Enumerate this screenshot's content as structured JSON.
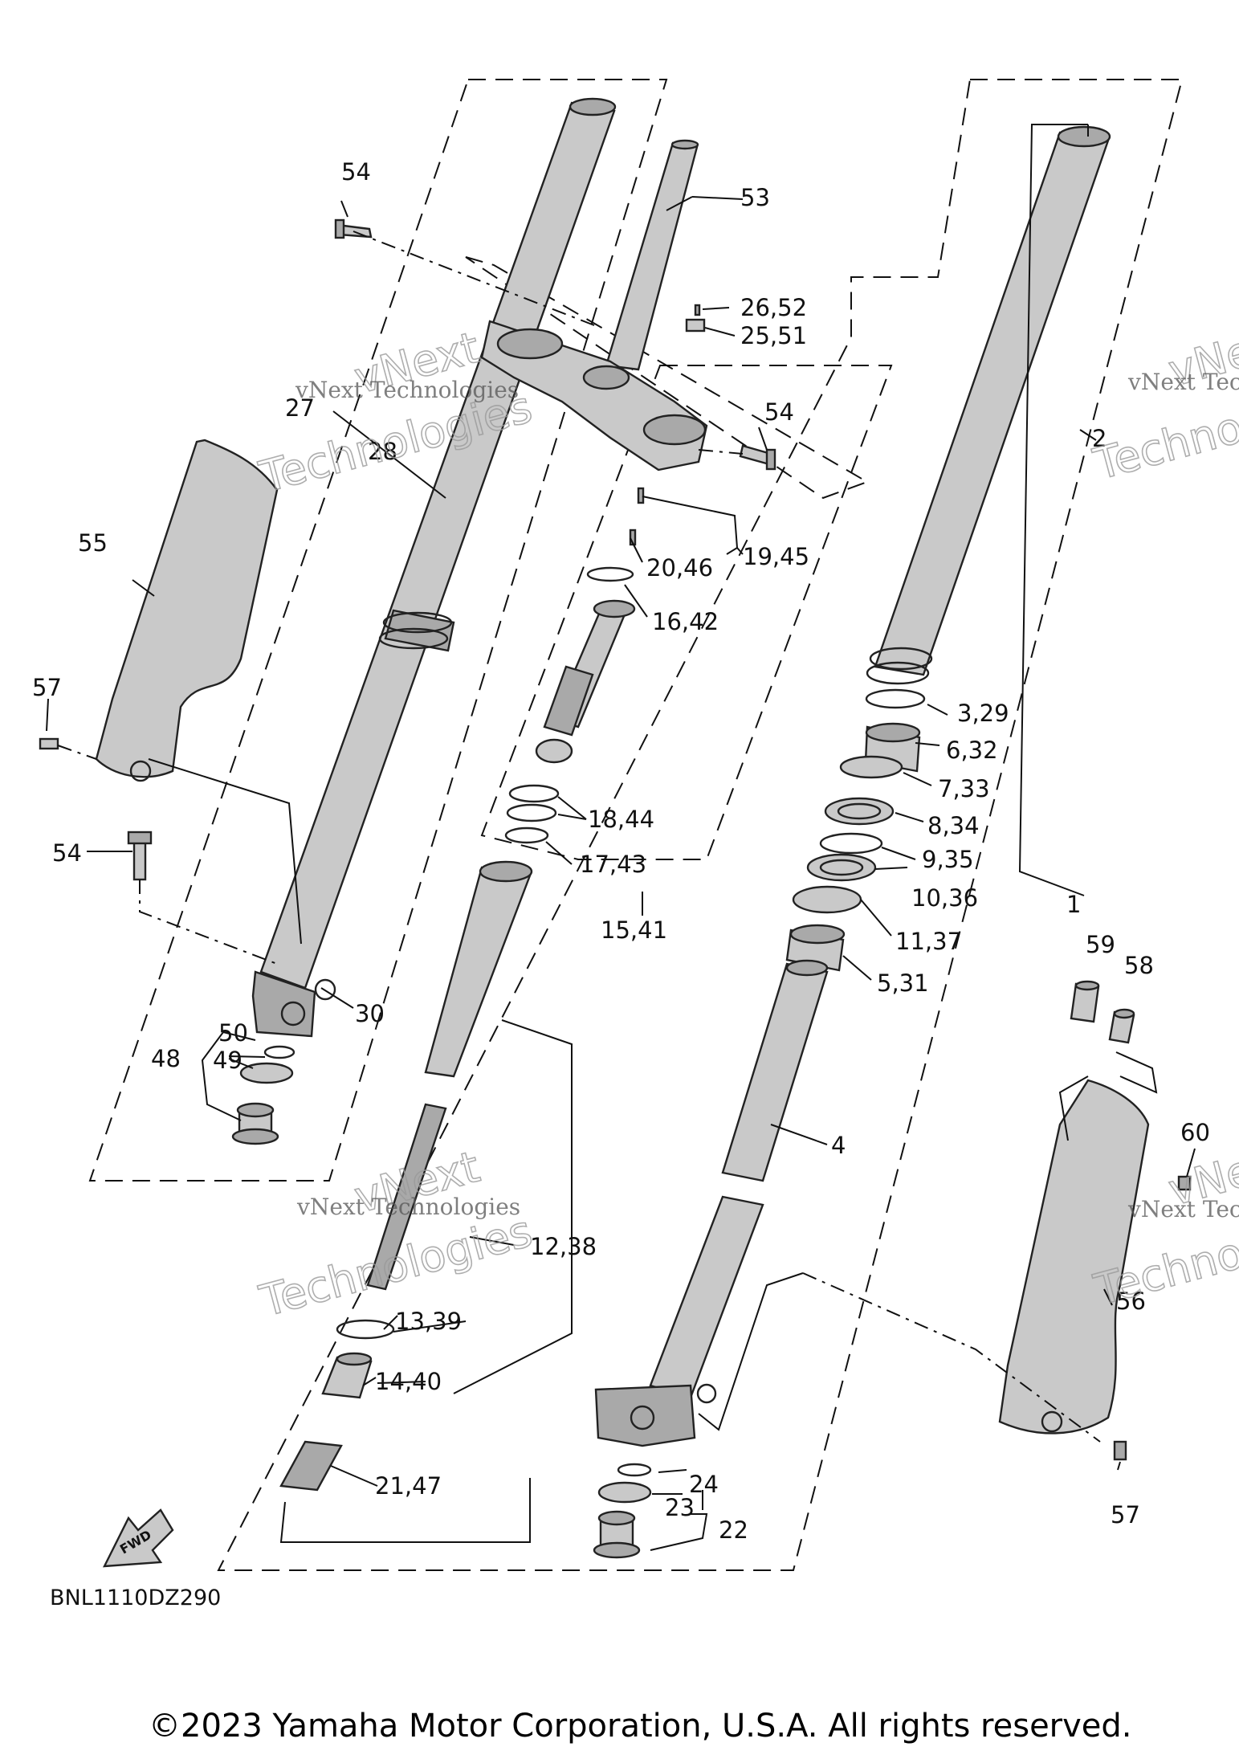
{
  "diagram_code": "BNL1110DZ290",
  "copyright": "©2023 Yamaha Motor Corporation, U.S.A. All rights reserved.",
  "fwd_label": "FWD",
  "watermark": {
    "small": "vNext Technologies",
    "large": "Technologies",
    "large_top": "vNext"
  },
  "callouts": {
    "c1": "1",
    "c2": "2",
    "c3_29": "3,29",
    "c4": "4",
    "c5_31": "5,31",
    "c6_32": "6,32",
    "c7_33": "7,33",
    "c8_34": "8,34",
    "c9_35": "9,35",
    "c10_36": "10,36",
    "c11_37": "11,37",
    "c12_38": "12,38",
    "c13_39": "13,39",
    "c14_40": "14,40",
    "c15_41": "15,41",
    "c16_42": "16,42",
    "c17_43": "17,43",
    "c18_44": "18,44",
    "c19_45": "19,45",
    "c20_46": "20,46",
    "c21_47": "21,47",
    "c22": "22",
    "c23": "23",
    "c24": "24",
    "c25_51": "25,51",
    "c26_52": "26,52",
    "c27": "27",
    "c28": "28",
    "c30": "30",
    "c48": "48",
    "c49": "49",
    "c50": "50",
    "c53": "53",
    "c54a": "54",
    "c54b": "54",
    "c54c": "54",
    "c55": "55",
    "c56": "56",
    "c57a": "57",
    "c57b": "57",
    "c58": "58",
    "c59": "59",
    "c60": "60"
  }
}
